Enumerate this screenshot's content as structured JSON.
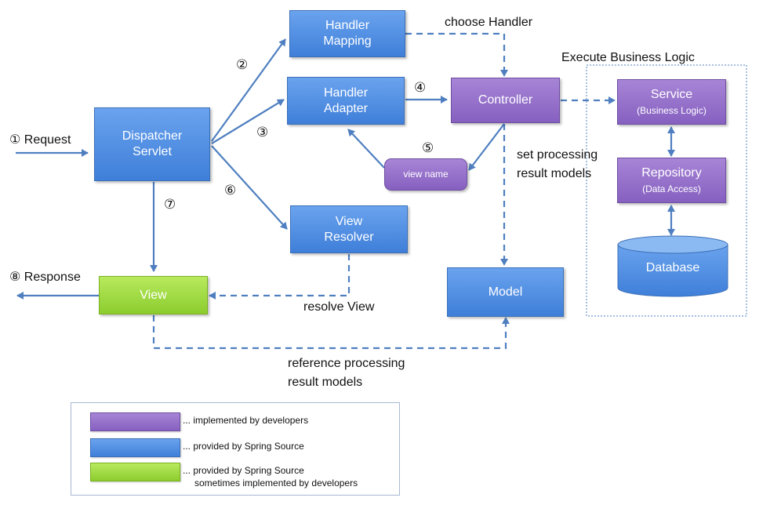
{
  "nodes": {
    "handler_mapping": [
      "Handler",
      "Mapping"
    ],
    "handler_adapter": [
      "Handler",
      "Adapter"
    ],
    "dispatcher_servlet": [
      "Dispatcher",
      "Servlet"
    ],
    "controller": "Controller",
    "view_name": "view name",
    "view_resolver": [
      "View",
      "Resolver"
    ],
    "view": "View",
    "model": "Model",
    "service": {
      "title": "Service",
      "sub": "(Business Logic)"
    },
    "repository": {
      "title": "Repository",
      "sub": "(Data Access)"
    },
    "database": "Database"
  },
  "labels": {
    "request": "① Request",
    "response": "⑧ Response",
    "choose_handler": "choose Handler",
    "execute_business_logic": "Execute Business Logic",
    "set_processing": [
      "set processing",
      "result models"
    ],
    "resolve_view": "resolve View",
    "reference_processing": [
      "reference processing",
      "result models"
    ]
  },
  "steps": {
    "s2": "②",
    "s3": "③",
    "s4": "④",
    "s5": "⑤",
    "s6": "⑥",
    "s7": "⑦"
  },
  "legend": {
    "purple": "... implemented by developers",
    "blue": "... provided by Spring Source",
    "green": [
      "... provided by Spring Source",
      "sometimes implemented by developers"
    ]
  },
  "colors": {
    "blue": "#4a8ae2",
    "purple": "#9370cc",
    "green": "#9fdb45",
    "arrow": "#4f7fc0"
  }
}
